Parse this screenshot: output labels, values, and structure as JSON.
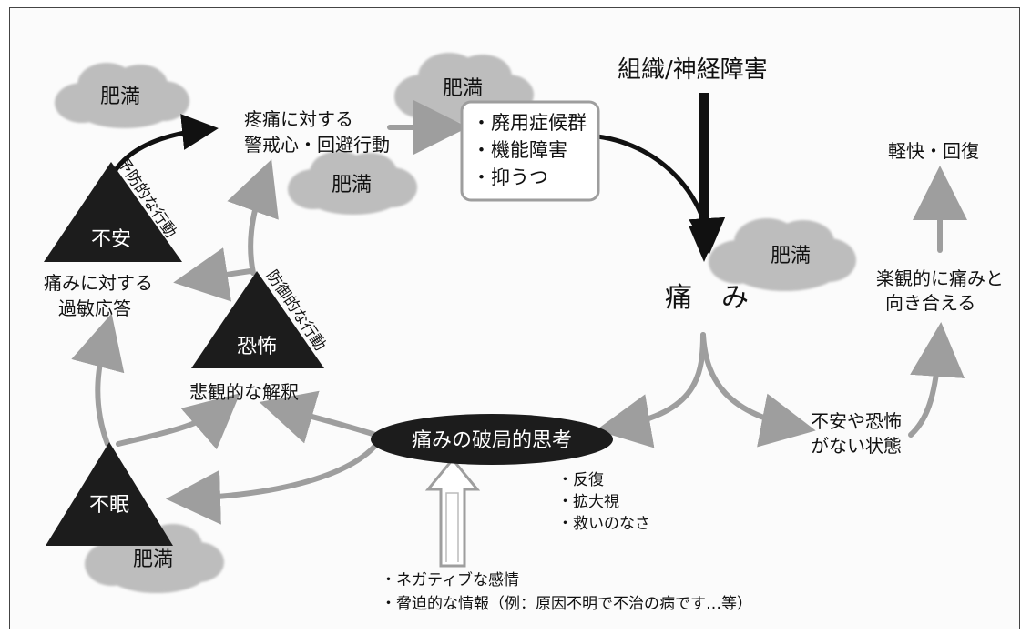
{
  "header": {
    "injury": "組織/神経障害"
  },
  "clouds": {
    "top_left": "肥満",
    "top_center": "肥満",
    "center": "肥満",
    "right": "肥満",
    "bottom_left": "肥満"
  },
  "nodes": {
    "vigilance_line1": "疼痛に対する",
    "vigilance_line2": "警戒心・回避行動",
    "disuse_items": [
      "・廃用症候群",
      "・機能障害",
      "・抑うつ"
    ],
    "pain_char1": "痛",
    "pain_char2": "み",
    "hypersensitivity_line1": "痛みに対する",
    "hypersensitivity_line2": "過敏応答",
    "pessimistic": "悲観的な解釈",
    "catastrophizing": "痛みの破局的思考",
    "catastrophizing_items": [
      "・反復",
      "・拡大視",
      "・救いのなさ"
    ],
    "inputs": [
      "・ネガティブな感情",
      "・脅迫的な情報（例：原因不明で不治の病です…等）"
    ],
    "no_fear_line1": "不安や恐怖",
    "no_fear_line2": "がない状態",
    "optimistic_line1": "楽観的に痛みと",
    "optimistic_line2": "向き合える",
    "recovery": "軽快・回復"
  },
  "triangles": {
    "anxiety": "不安",
    "fear": "恐怖",
    "insomnia": "不眠"
  },
  "diagonal_labels": {
    "preventive": "予防的な行動",
    "defensive": "防御的な行動"
  },
  "colors": {
    "cloud": "#bdbdbd",
    "arrow_gray": "#9e9e9e",
    "arrow_dark": "#111111",
    "triangle": "#1c1c1c"
  }
}
